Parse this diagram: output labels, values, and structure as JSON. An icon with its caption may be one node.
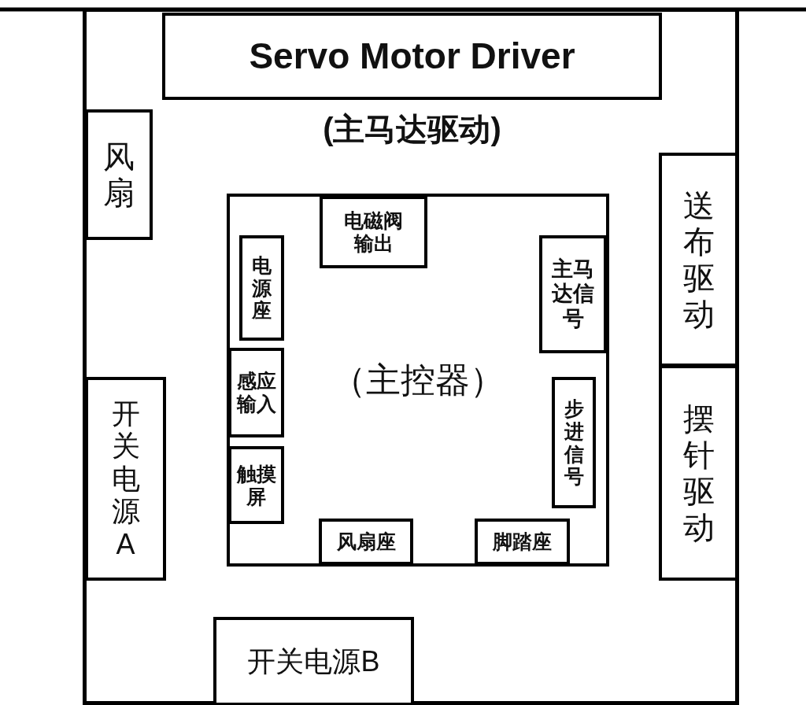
{
  "diagram": {
    "nodes": [
      {
        "text": [],
        "shape": "box"
      },
      {
        "text": [
          "Servo Motor Driver",
          "(主马达驱动)"
        ],
        "in": 0
      },
      {
        "text": [
          "风扇"
        ],
        "in": 0
      },
      {
        "text": [
          "送布驱动"
        ],
        "in": 0
      },
      {
        "text": [
          "（主控器）"
        ],
        "in": 0
      },
      {
        "text": [
          "电磁阀输出"
        ],
        "in": 4
      },
      {
        "text": [
          "电源座"
        ],
        "in": 4
      },
      {
        "text": [
          "主马达信号"
        ],
        "in": 4
      },
      {
        "text": [
          "感应输入"
        ],
        "in": 4
      },
      {
        "text": [
          "步进信号"
        ],
        "in": 4
      },
      {
        "text": [
          "触摸屏"
        ],
        "in": 4
      },
      {
        "text": [
          "风扇座"
        ],
        "in": 4
      },
      {
        "text": [
          "脚踏座"
        ],
        "in": 4
      },
      {
        "text": [
          "开关电源A"
        ],
        "in": 0
      },
      {
        "text": [
          "摆针驱动"
        ],
        "in": 0
      },
      {
        "text": [
          "开关电源B"
        ],
        "in": 0
      }
    ],
    "edges": []
  }
}
